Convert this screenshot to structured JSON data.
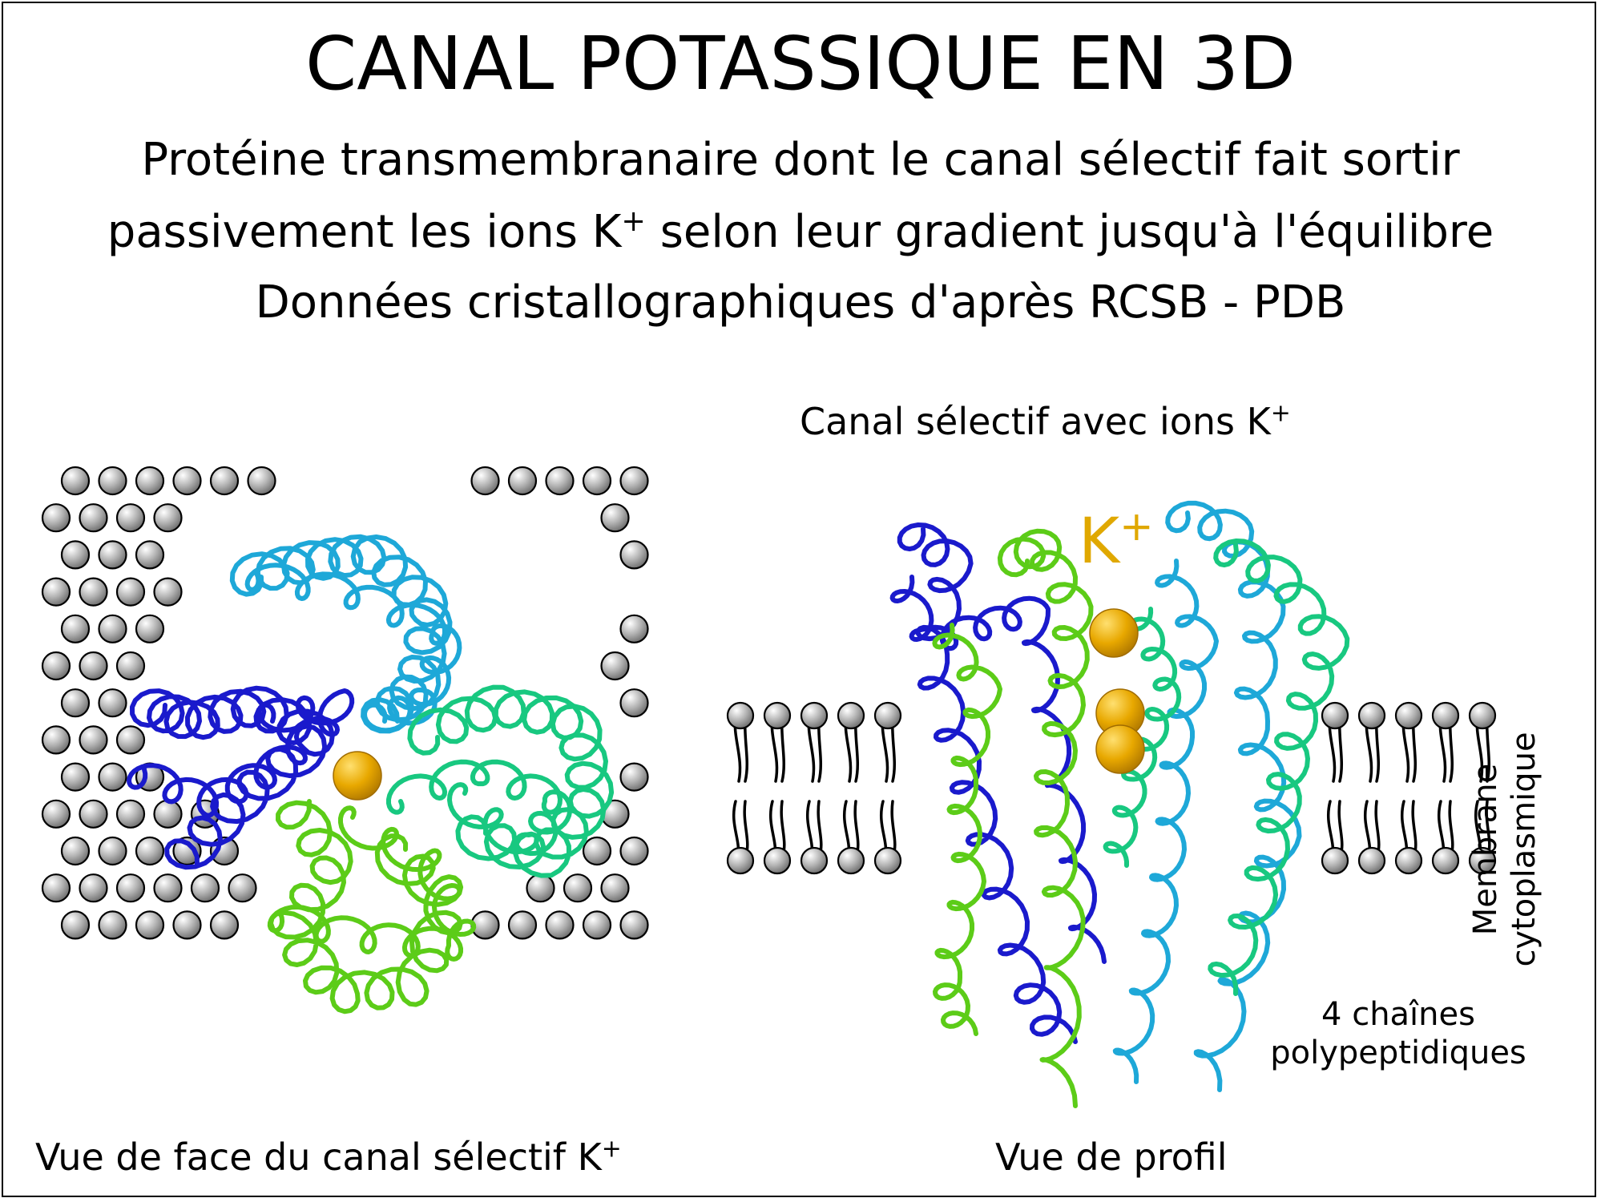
{
  "title": "CANAL POTASSIQUE EN 3D",
  "subtitle": {
    "line1": "Protéine transmembranaire dont le canal sélectif fait sortir",
    "line2_before": "passivement les ions K",
    "line2_sup": "+",
    "line2_after": " selon leur gradient jusqu'à l'équilibre",
    "line3": "Données cristallographiques d'après RCSB - PDB"
  },
  "left_panel": {
    "caption_before": "Vue de face du canal sélectif K",
    "caption_sup": "+"
  },
  "right_panel": {
    "top_label_before": "Canal sélectif avec ions K",
    "top_label_sup": "+",
    "ion_label_before": "K",
    "ion_label_sup": "+",
    "membrane_line1": "Membrane",
    "membrane_line2": "cytoplasmique",
    "chains_line1": "4 chaînes",
    "chains_line2": "polypeptidiques",
    "caption": "Vue de profil"
  },
  "colors": {
    "ion": "#e8a800",
    "ion_label": "#e0a800",
    "chain_dark_blue": "#1a1acc",
    "chain_cyan": "#1ea8d8",
    "chain_green_cyan": "#18c880",
    "chain_green": "#5ccc18",
    "lipid_head": "#a8a8a8"
  }
}
